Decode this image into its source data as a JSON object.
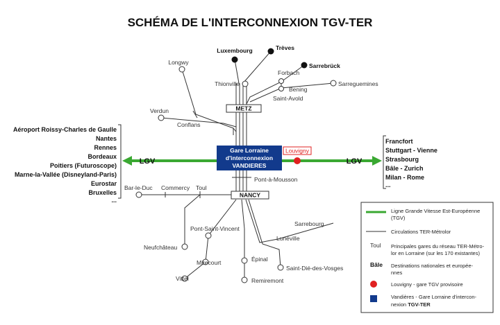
{
  "title": "SCHÉMA DE L'INTERCONNEXION TGV-TER",
  "hub": {
    "line1": "Gare Lorraine",
    "line2": "d'interconnexion",
    "line3": "VANDIERES"
  },
  "lgv_left": "LGV",
  "lgv_right": "LGV",
  "louvigny": "Louvigny",
  "metz": "METZ",
  "nancy": "NANCY",
  "stations": {
    "luxembourg": "Luxembourg",
    "treves": "Trèves",
    "sarrebruck": "Sarrebrück",
    "longwy": "Longwy",
    "thionville": "Thionville",
    "forbach": "Forbach",
    "bening": "Bening",
    "sarreguemines": "Sarreguemines",
    "saint_avold": "Saint-Avold",
    "verdun": "Verdun",
    "conflans": "Conflans",
    "pont_a_mousson": "Pont-à-Mousson",
    "bar_le_duc": "Bar-le-Duc",
    "commercy": "Commercy",
    "toul": "Toul",
    "pont_saint_vincent": "Pont-Saint-Vincent",
    "neufchateau": "Neufchâteau",
    "mirecourt": "Mirecourt",
    "vittel": "Vittel",
    "sarrebourg": "Sarrebourg",
    "luneville": "Lunéville",
    "epinal": "Épinal",
    "saint_die": "Saint-Dié-des-Vosges",
    "remiremont": "Remiremont"
  },
  "left_destinations": [
    "Aéroport Roissy-Charles de Gaulle",
    "Nantes",
    "Rennes",
    "Bordeaux",
    "Poitiers (Futuroscope)",
    "Marne-la-Vallée (Disneyland-Paris)",
    "Eurostar",
    "Bruxelles",
    "..."
  ],
  "right_destinations": [
    "Francfort",
    "Stuttgart - Vienne",
    "Strasbourg",
    "Bâle - Zurich",
    "Milan - Rome",
    "..."
  ],
  "legend": {
    "lgv_line1": "Ligne Grande Vitesse Est-Européenne",
    "lgv_line2": "(TGV)",
    "ter": "Circulations TER-Métrolor",
    "toul_key": "Toul",
    "toul_line1": "Principales gares du réseau TER-Métro-",
    "toul_line2": "lor en Lorraine (sur les 170 existantes)",
    "bale_key": "Bâle",
    "bale_line1": "Destinations nationales et europée-",
    "bale_line2": "nnes",
    "louvigny_text": "Louvigny - gare TGV provisoire",
    "vand_line1": "Vandières - Gare Lorraine d'intercon-",
    "vand_line2a": "nexion ",
    "vand_line2b": "TGV-TER"
  },
  "colors": {
    "lgv_green": "#3aa832",
    "hub_blue": "#123a8c",
    "louvigny_red": "#e02020",
    "rail": "#333333"
  }
}
